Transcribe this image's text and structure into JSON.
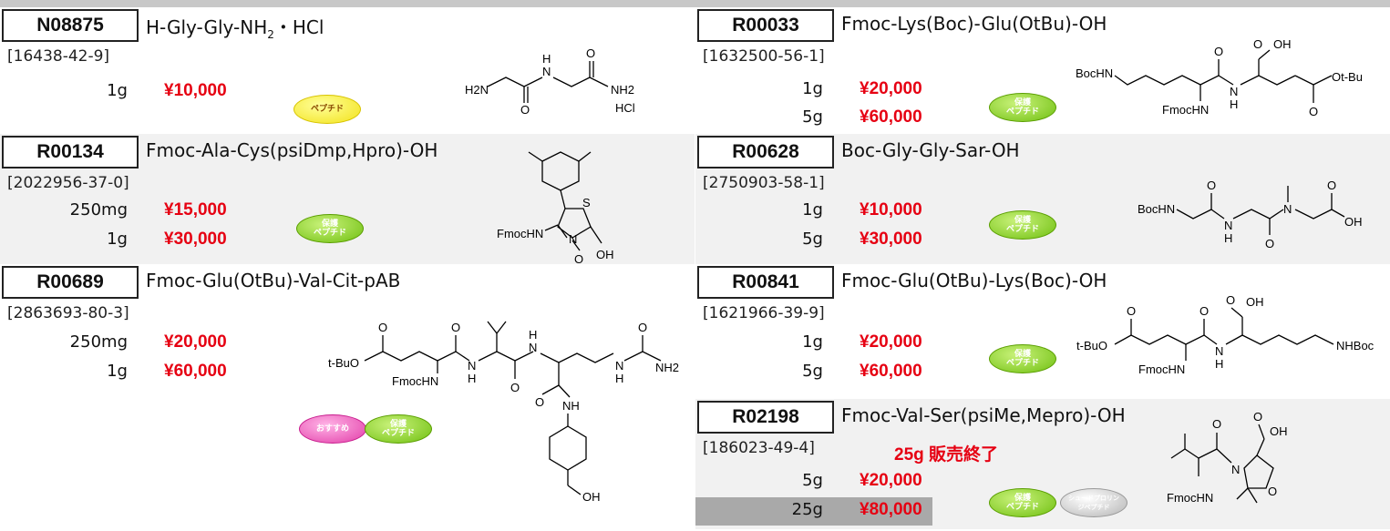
{
  "products": {
    "N08875": {
      "code": "N08875",
      "name_main": "H-Gly-Gly-NH",
      "name_sub": "2",
      "name_tail": "・HCl",
      "cas": "[16438-42-9]",
      "rows": [
        {
          "size": "1g",
          "price": "¥10,000"
        }
      ],
      "badges": [
        "ペプチド"
      ],
      "structure": {
        "nh2_left": "H2N",
        "nh": "N",
        "h": "H",
        "nh2_right": "NH2",
        "o": "O",
        "hcl": "HCl"
      }
    },
    "R00033": {
      "code": "R00033",
      "name": "Fmoc-Lys(Boc)-Glu(OtBu)-OH",
      "cas": "[1632500-56-1]",
      "rows": [
        {
          "size": "1g",
          "price": "¥20,000"
        },
        {
          "size": "5g",
          "price": "¥60,000"
        }
      ],
      "badges": [
        "保護\nペプチド"
      ],
      "structure": {
        "bochn": "BocHN",
        "fmochn": "FmocHN",
        "oh": "OH",
        "o": "O",
        "n": "N",
        "h": "H",
        "otbu": "Ot-Bu"
      }
    },
    "R00134": {
      "code": "R00134",
      "name": "Fmoc-Ala-Cys(psiDmp,Hpro)-OH",
      "cas": "[2022956-37-0]",
      "rows": [
        {
          "size": "250mg",
          "price": "¥15,000"
        },
        {
          "size": "1g",
          "price": "¥30,000"
        }
      ],
      "badges": [
        "保護\nペプチド"
      ],
      "structure": {
        "fmochn": "FmocHN",
        "n": "N",
        "s": "S",
        "o": "O",
        "oh": "OH"
      }
    },
    "R00628": {
      "code": "R00628",
      "name": "Boc-Gly-Gly-Sar-OH",
      "cas": "[2750903-58-1]",
      "rows": [
        {
          "size": "1g",
          "price": "¥10,000"
        },
        {
          "size": "5g",
          "price": "¥30,000"
        }
      ],
      "badges": [
        "保護\nペプチド"
      ],
      "structure": {
        "bochn": "BocHN",
        "n": "N",
        "h": "H",
        "o": "O",
        "oh": "OH"
      }
    },
    "R00689": {
      "code": "R00689",
      "name": "Fmoc-Glu(OtBu)-Val-Cit-pAB",
      "cas": "[2863693-80-3]",
      "rows": [
        {
          "size": "250mg",
          "price": "¥20,000"
        },
        {
          "size": "1g",
          "price": "¥60,000"
        }
      ],
      "badges": [
        "おすすめ",
        "保護\nペプチド"
      ],
      "structure": {
        "tbuo": "t-BuO",
        "fmochn": "FmocHN",
        "n": "N",
        "h": "H",
        "o": "O",
        "nh": "NH",
        "nh2": "NH2",
        "oh": "OH"
      }
    },
    "R00841": {
      "code": "R00841",
      "name": "Fmoc-Glu(OtBu)-Lys(Boc)-OH",
      "cas": "[1621966-39-9]",
      "rows": [
        {
          "size": "1g",
          "price": "¥20,000"
        },
        {
          "size": "5g",
          "price": "¥60,000"
        }
      ],
      "badges": [
        "保護\nペプチド"
      ],
      "structure": {
        "tbuo": "t-BuO",
        "fmochn": "FmocHN",
        "n": "N",
        "h": "H",
        "o": "O",
        "oh": "OH",
        "nhboc": "NHBoc"
      }
    },
    "R02198": {
      "code": "R02198",
      "name": "Fmoc-Val-Ser(psiMe,Mepro)-OH",
      "cas": "[186023-49-4]",
      "notice": "25g 販売終了",
      "rows": [
        {
          "size": "5g",
          "price": "¥20,000"
        },
        {
          "size": "25g",
          "price": "¥80,000"
        }
      ],
      "badges": [
        "保護\nペプチド",
        "シュードプロリン\nジペプチド"
      ],
      "structure": {
        "fmochn": "FmocHN",
        "n": "N",
        "o": "O",
        "oh": "OH"
      }
    }
  }
}
